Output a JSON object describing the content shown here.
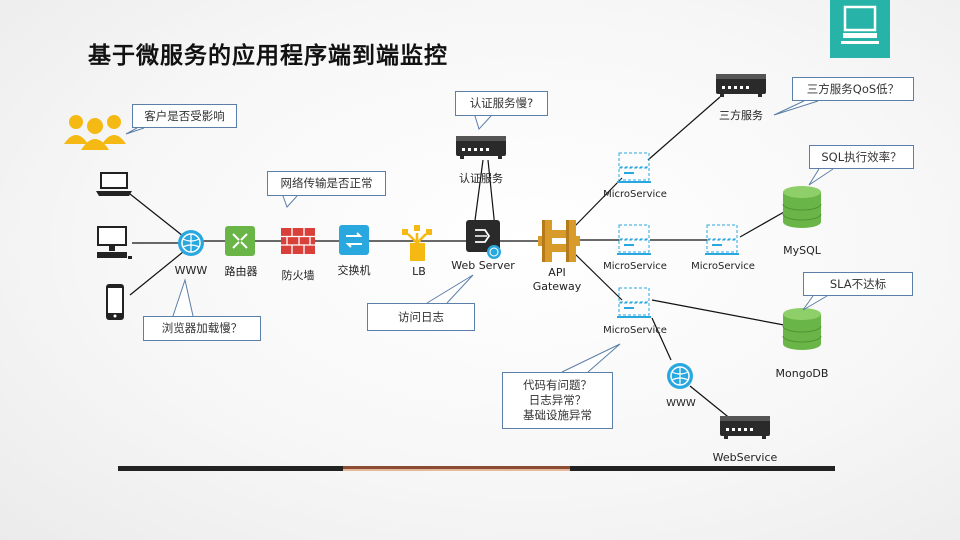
{
  "title": "基于微服务的应用程序端到端监控",
  "nodes": {
    "www_left": "WWW",
    "router": "路由器",
    "firewall": "防火墙",
    "switch": "交换机",
    "lb": "LB",
    "auth": "认证服务",
    "web_server": "Web Server",
    "api_gw_line1": "API",
    "api_gw_line2": "Gateway",
    "ms_top": "MicroService",
    "ms_mid": "MicroService",
    "ms_mid2": "MicroService",
    "ms_bot": "MicroService",
    "third_party": "三方服务",
    "mysql": "MySQL",
    "mongodb": "MongoDB",
    "www_right": "WWW",
    "webservice": "WebService"
  },
  "callouts": {
    "client": "客户是否受影响",
    "network": "网络传输是否正常",
    "browser": "浏览器加载慢？",
    "auth_slow": "认证服务慢?",
    "access_log": "访问日志",
    "third_qos": "三方服务QoS低？",
    "sql": "SQL执行效率？",
    "sla": "SLA不达标",
    "code": [
      "代码有问题？",
      "日志异常？",
      "基础设施异常"
    ]
  },
  "colors": {
    "accent": "#27b3a7",
    "green": "#6ab547",
    "red": "#d9403a",
    "cyan": "#29a8e0",
    "gold": "#f5b914",
    "dark": "#2a2a2a",
    "callout_border": "#5b7fa8"
  }
}
